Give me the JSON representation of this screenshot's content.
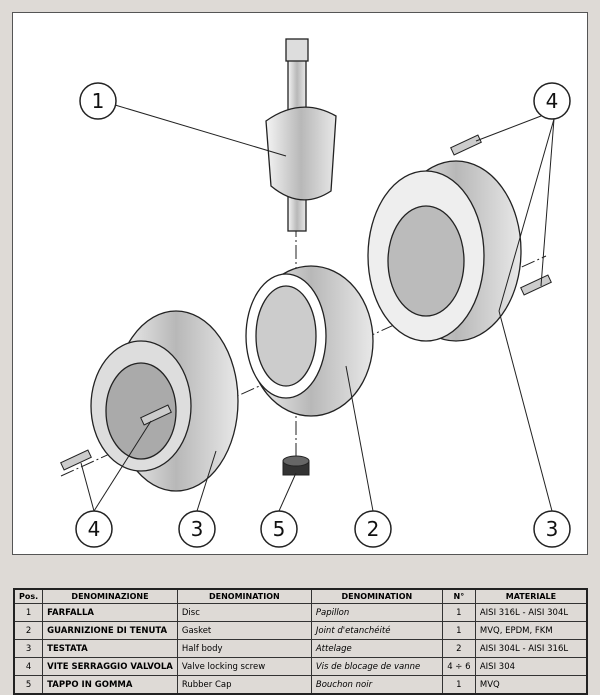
{
  "diagram": {
    "callouts": [
      {
        "id": "callout-1-top",
        "label": "1"
      },
      {
        "id": "callout-4-top",
        "label": "4"
      },
      {
        "id": "callout-4-bottom",
        "label": "4"
      },
      {
        "id": "callout-3-left",
        "label": "3"
      },
      {
        "id": "callout-5",
        "label": "5"
      },
      {
        "id": "callout-2",
        "label": "2"
      },
      {
        "id": "callout-3-right",
        "label": "3"
      }
    ]
  },
  "table": {
    "headers": [
      "Pos.",
      "DENOMINAZIONE",
      "DENOMINATION",
      "DENOMINATION",
      "N°",
      "MATERIALE"
    ],
    "rows": [
      [
        "1",
        "FARFALLA",
        "Disc",
        "Papillon",
        "1",
        "AISI 316L - AISI 304L"
      ],
      [
        "2",
        "GUARNIZIONE DI TENUTA",
        "Gasket",
        "Joint d'etanchéité",
        "1",
        "MVQ, EPDM, FKM"
      ],
      [
        "3",
        "TESTATA",
        "Half body",
        "Attelage",
        "2",
        "AISI 304L - AISI 316L"
      ],
      [
        "4",
        "VITE SERRAGGIO VALVOLA",
        "Valve locking screw",
        "Vis de blocage de vanne",
        "4 ÷ 6",
        "AISI 304"
      ],
      [
        "5",
        "TAPPO IN GOMMA",
        "Rubber Cap",
        "Bouchon noir",
        "1",
        "MVQ"
      ]
    ]
  }
}
